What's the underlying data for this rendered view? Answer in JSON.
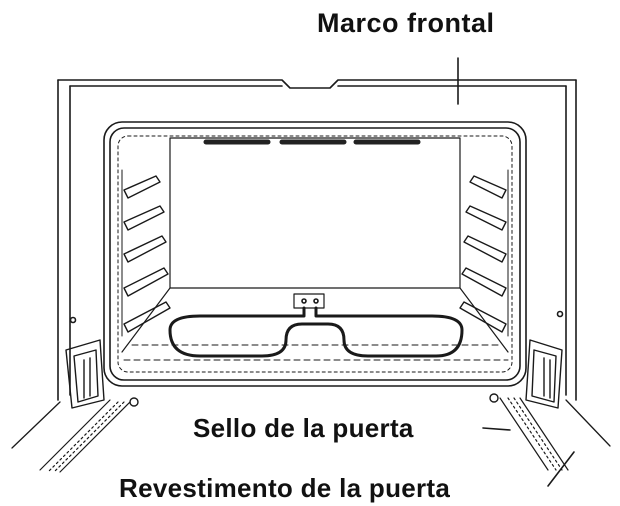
{
  "labels": {
    "front_frame": "Marco frontal",
    "door_seal": "Sello de la puerta",
    "door_liner": "Revestimento de la puerta"
  },
  "colors": {
    "line": "#1a1a1a",
    "text": "#111111",
    "background": "#ffffff"
  }
}
